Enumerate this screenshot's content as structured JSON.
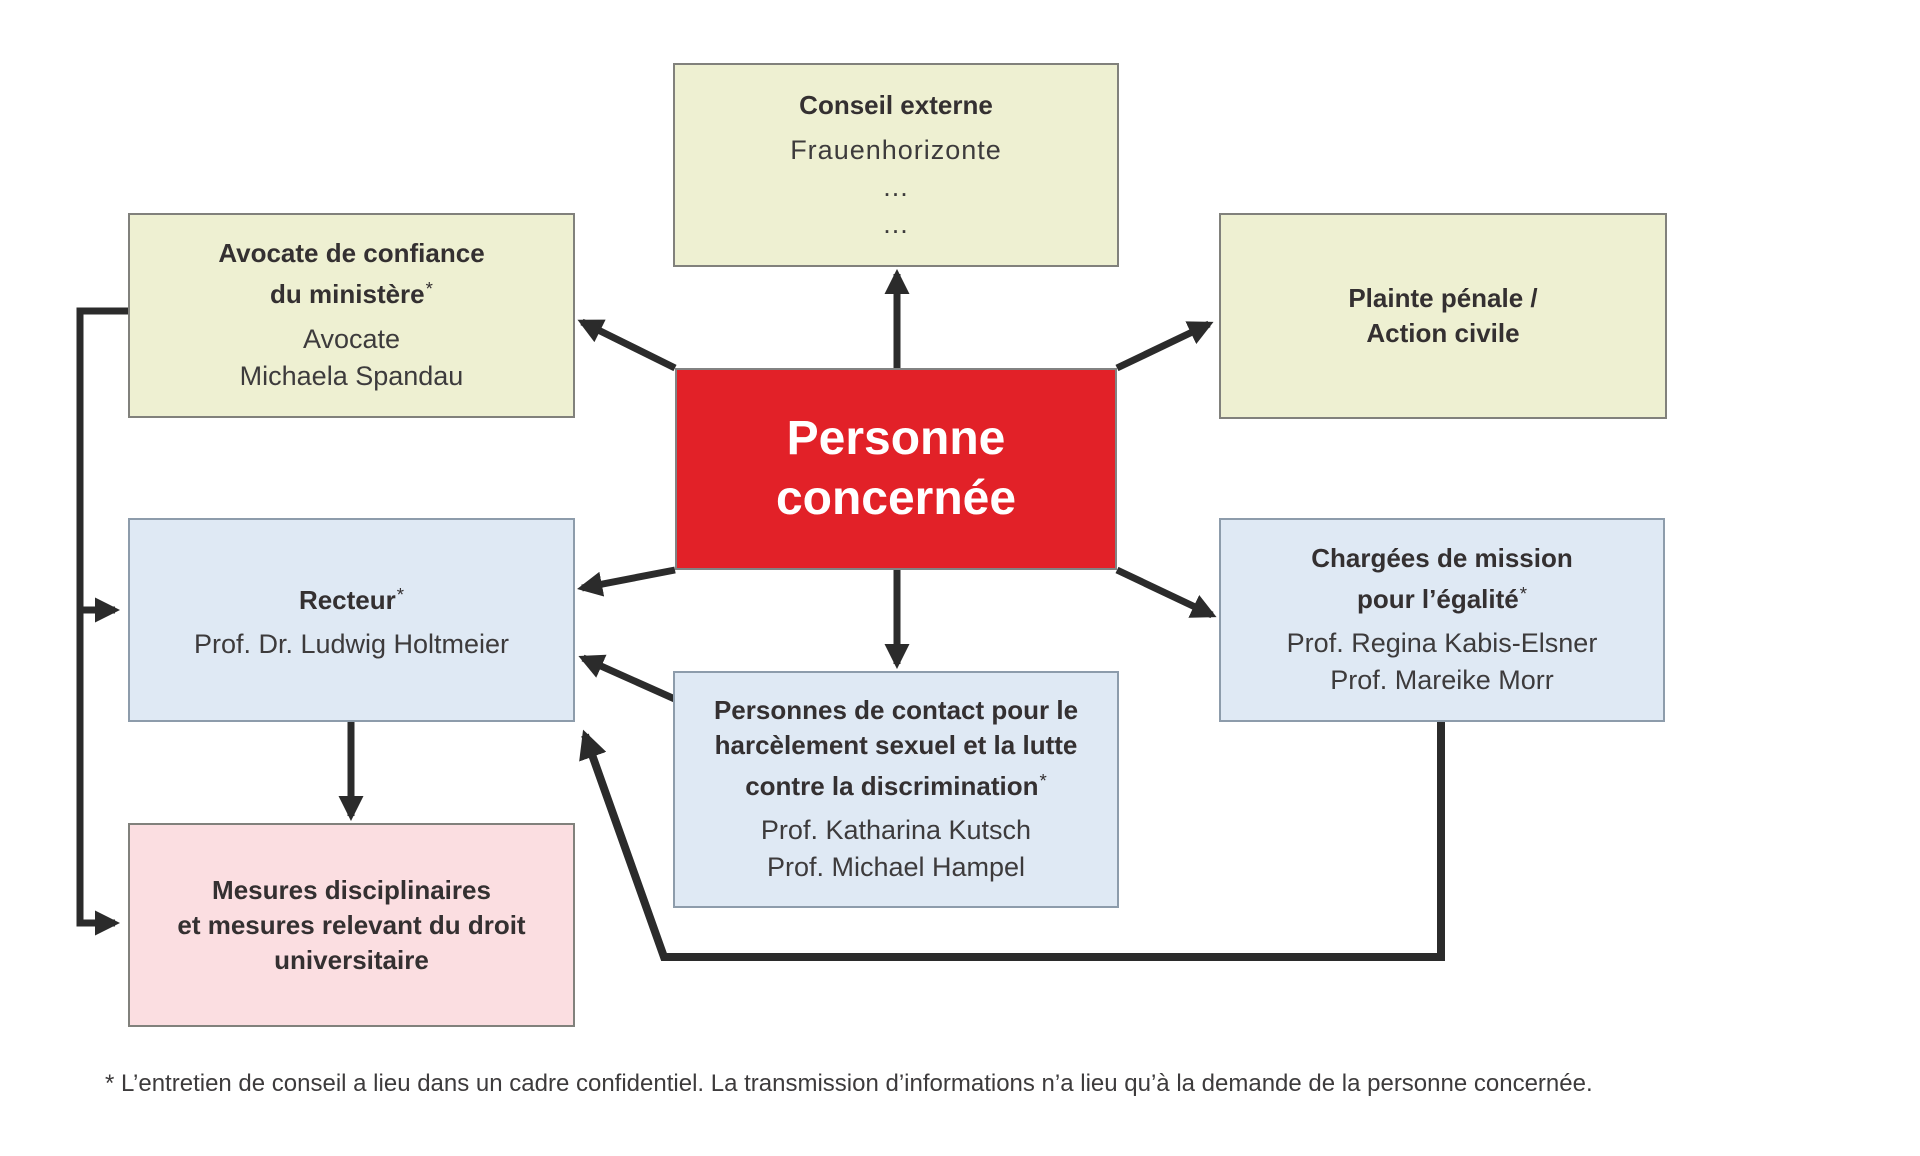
{
  "palette": {
    "box_green": "#eef0d2",
    "box_blue": "#dfe9f4",
    "box_pink": "#fbdee1",
    "box_red": "#e22128",
    "border_gray": "#81817c",
    "border_blue": "#8d9cab",
    "arrow": "#2b2b2b",
    "text_dark": "#343031",
    "text_body": "#3d3b3c",
    "text_white": "#ffffff"
  },
  "boxes": {
    "conseil": {
      "title_lines": [
        "Conseil externe"
      ],
      "body_lines": [
        "Frauenhorizonte",
        "...",
        "..."
      ]
    },
    "avocate": {
      "title_lines": [
        "Avocate de confiance",
        "du ministère"
      ],
      "asterisk": "*",
      "body_lines": [
        "Avocate",
        "Michaela Spandau"
      ]
    },
    "plainte": {
      "title_lines": [
        "Plainte pénale /",
        "Action civile"
      ]
    },
    "personne": {
      "title_lines": [
        "Personne",
        "concernée"
      ]
    },
    "recteur": {
      "title_lines": [
        "Recteur"
      ],
      "asterisk": "*",
      "body_lines": [
        "Prof. Dr. Ludwig Holtmeier"
      ]
    },
    "chargees": {
      "title_lines": [
        "Chargées de mission",
        "pour l’égalité"
      ],
      "asterisk": "*",
      "body_lines": [
        "Prof. Regina Kabis-Elsner",
        "Prof. Mareike Morr"
      ]
    },
    "contact": {
      "title_lines": [
        "Personnes de contact pour le",
        "harcèlement sexuel et la lutte",
        "contre la discrimination"
      ],
      "asterisk": "*",
      "body_lines": [
        "Prof. Katharina Kutsch",
        "Prof. Michael Hampel"
      ]
    },
    "mesures": {
      "title_lines": [
        "Mesures disciplinaires",
        "et mesures relevant du droit",
        "universitaire"
      ]
    }
  },
  "footnote": "* L’entretien de conseil a lieu dans un cadre confidentiel. La transmission d’informations n’a lieu qu’à la demande de la personne concernée."
}
